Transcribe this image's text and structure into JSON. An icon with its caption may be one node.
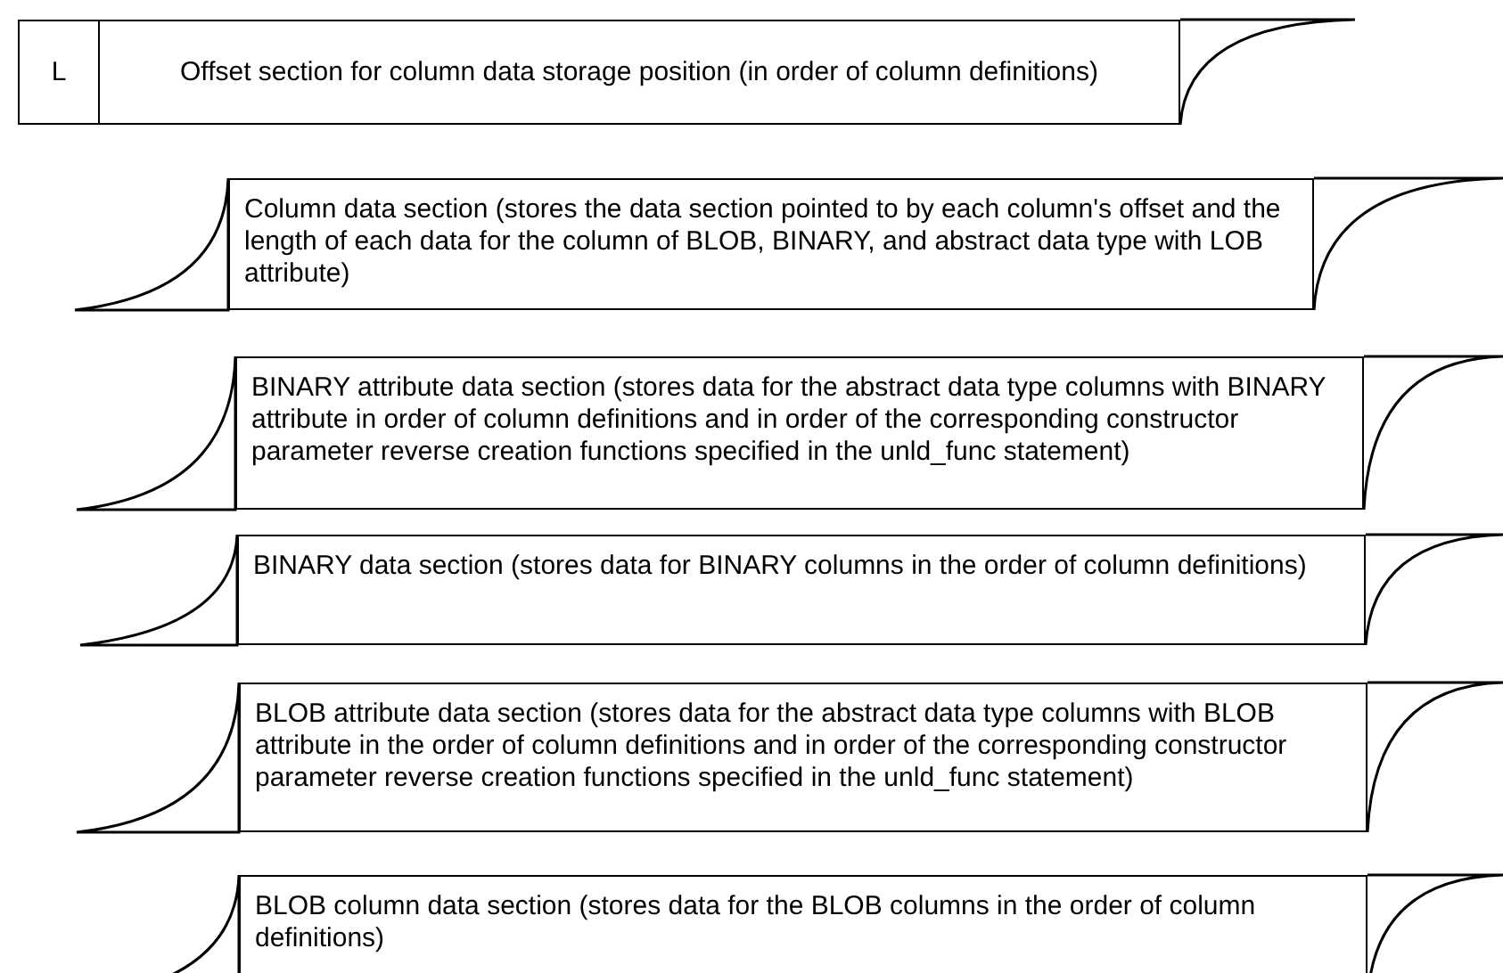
{
  "diagram": {
    "nodes": [
      {
        "text": [
          "L"
        ]
      },
      {
        "text": [
          "Offset section for column data storage position (in order of column definitions)"
        ]
      },
      {
        "text": [
          "Column data section (stores the data section pointed to by each column's offset and the length of each data for the column of BLOB, BINARY, and abstract data type with LOB attribute)"
        ]
      },
      {
        "text": [
          "BINARY attribute data section (stores data for the abstract data type columns with BINARY attribute in order of column definitions and in order of the corresponding constructor parameter reverse creation functions specified in the unld_func statement)"
        ]
      },
      {
        "text": [
          "BINARY data section (stores data for BINARY columns in the order of column definitions)"
        ]
      },
      {
        "text": [
          "BLOB attribute data section (stores data for the abstract data type columns with BLOB attribute in the order of column definitions and in order of the corresponding constructor parameter reverse creation functions specified in the unld_func statement)"
        ]
      },
      {
        "text": [
          "BLOB column data section (stores data for the BLOB columns in the order of column definitions)"
        ]
      }
    ]
  }
}
